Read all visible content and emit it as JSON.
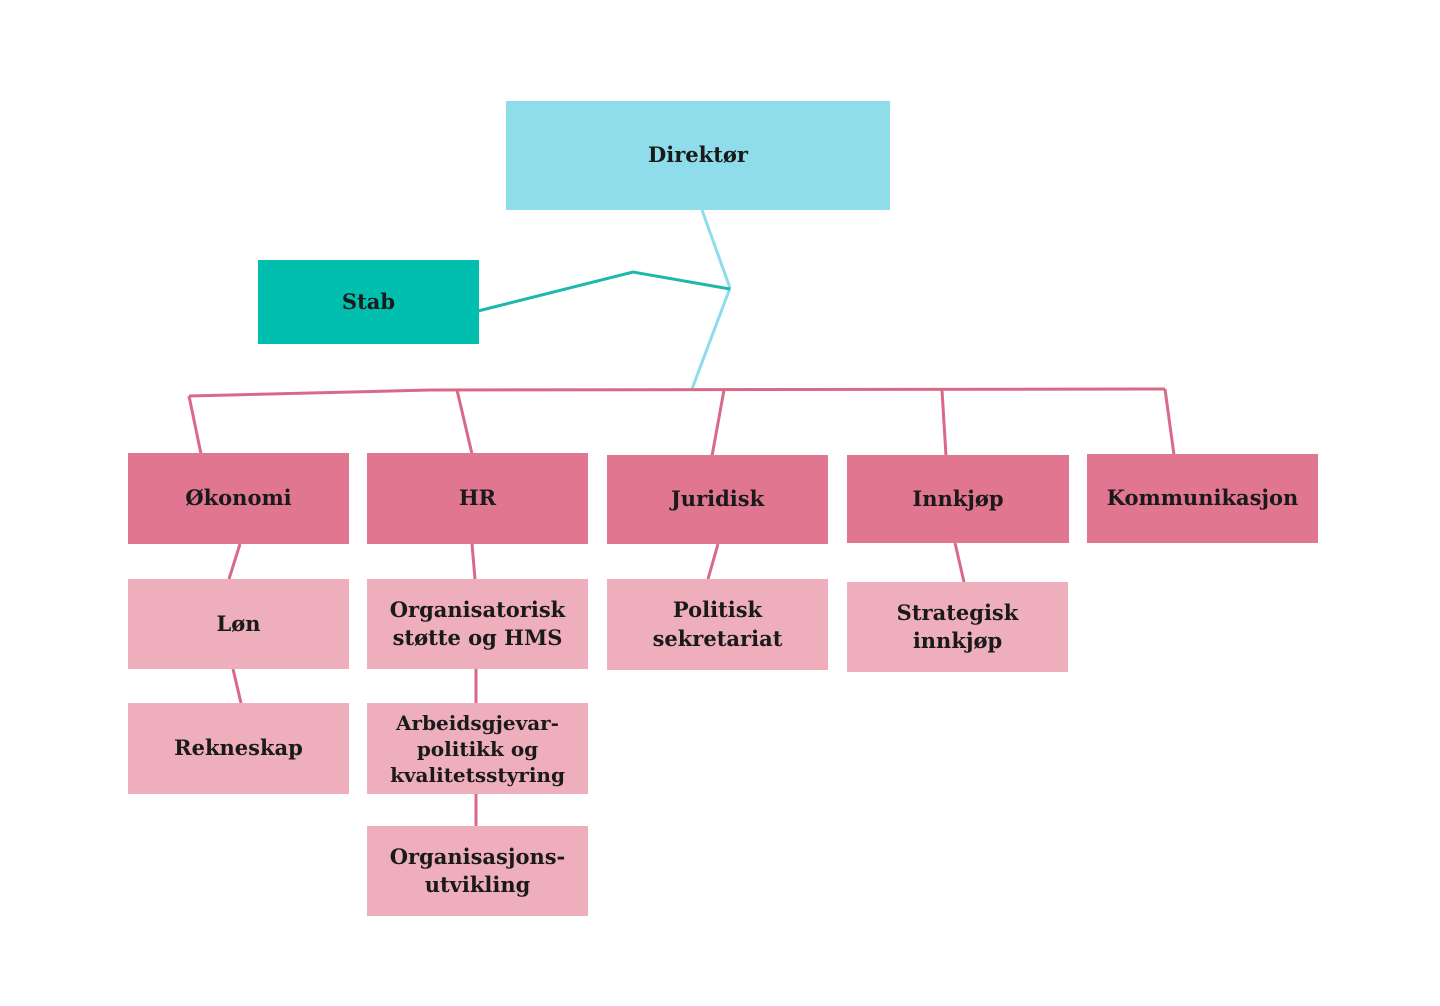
{
  "colors": {
    "director": "#8fdcea",
    "staff": "#00bfae",
    "department": "#e17690",
    "unit": "#efaebc",
    "line_director": "#8fdcea",
    "line_staff": "#1cb9aa",
    "line_department": "#d86a88"
  },
  "director": {
    "label": "Direktør"
  },
  "staff": {
    "label": "Stab"
  },
  "departments": [
    {
      "label": "Økonomi"
    },
    {
      "label": "HR"
    },
    {
      "label": "Juridisk"
    },
    {
      "label": "Innkjøp"
    },
    {
      "label": "Kommunikasjon"
    }
  ],
  "units": [
    {
      "label": "Løn"
    },
    {
      "label": "Rekneskap"
    },
    {
      "label": "Organisatorisk\nstøtte og HMS"
    },
    {
      "label": "Arbeidsgjevar-\npolitikk og\nkvalitetsstyring"
    },
    {
      "label": "Organisasjons-\nutvikling"
    },
    {
      "label": "Politisk\nsekretariat"
    },
    {
      "label": "Strategisk\ninnkjøp"
    }
  ]
}
